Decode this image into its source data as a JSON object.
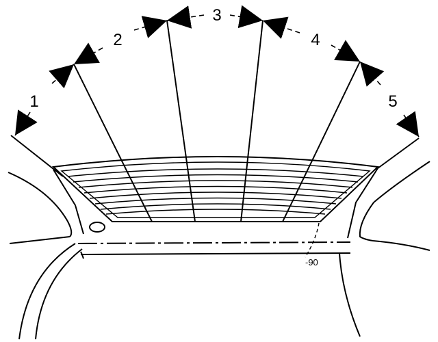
{
  "diagram": {
    "zones": [
      {
        "number": "1"
      },
      {
        "number": "2"
      },
      {
        "number": "3"
      },
      {
        "number": "4"
      },
      {
        "number": "5"
      }
    ],
    "partial_label": "-90"
  },
  "colors": {
    "line": "#000000",
    "background": "#ffffff"
  }
}
